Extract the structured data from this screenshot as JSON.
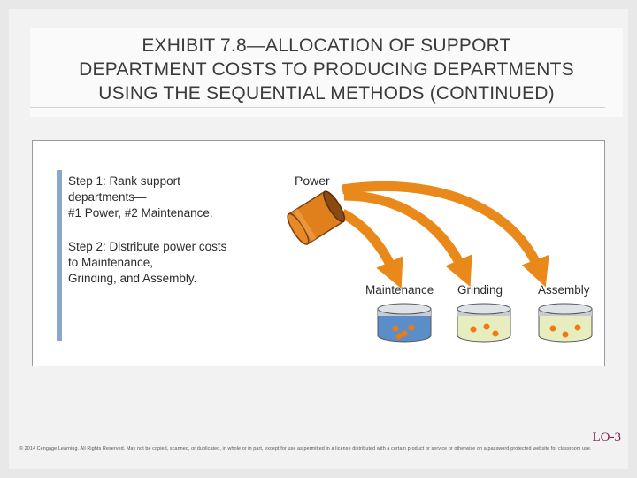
{
  "slide": {
    "title_lines": [
      "EXHIBIT 7.8—ALLOCATION OF SUPPORT",
      "DEPARTMENT COSTS TO PRODUCING DEPARTMENTS",
      "USING THE SEQUENTIAL METHODS (CONTINUED)"
    ],
    "lo_label": "LO-3",
    "footer": "© 2014 Cengage Learning. All Rights Reserved. May not be copied, scanned, or duplicated, in whole or in part, except for use as permitted in a license distributed with a certain product or service or otherwise on a password-protected website for classroom use."
  },
  "diagram": {
    "step1_lines": [
      "Step 1: Rank support",
      "departments—",
      "#1 Power, #2 Maintenance."
    ],
    "step2_lines": [
      "Step 2: Distribute power costs",
      "to Maintenance,",
      "Grinding, and Assembly."
    ],
    "source_label": "Power",
    "targets": [
      "Maintenance",
      "Grinding",
      "Assembly"
    ],
    "colors": {
      "accent_bar": "#8aa7cc",
      "arrow": "#e8891a",
      "power_can": "#e0801c",
      "maintenance_fill": "#5b8ec9",
      "grinding_fill": "#e7edbe",
      "assembly_fill": "#e7edbe",
      "ball": "#f07a12"
    }
  }
}
